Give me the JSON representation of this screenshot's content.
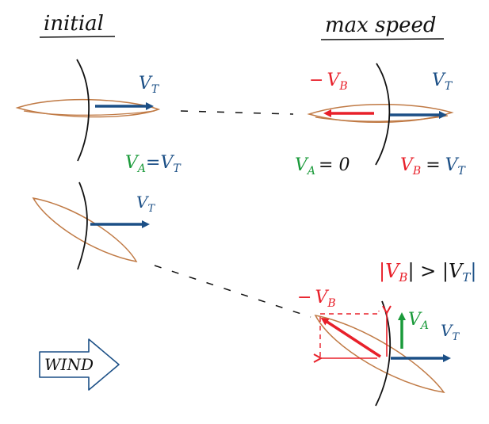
{
  "labels": {
    "initial": "initial",
    "max_speed": "max speed",
    "vt_1": "V",
    "vt_1_sub": "T",
    "va_eq_vt": {
      "a": "V",
      "a_sub": "A",
      "eq": "=",
      "t": "V",
      "t_sub": "T"
    },
    "neg_vb_top": {
      "minus": "−",
      "v": "V",
      "sub": "B"
    },
    "vt_top_right": {
      "v": "V",
      "sub": "T"
    },
    "va_eq_0": {
      "v": "V",
      "sub": "A",
      "eq": "= 0"
    },
    "vb_eq_vt": {
      "b": "V",
      "b_sub": "B",
      "eq": "=",
      "t": "V",
      "t_sub": "T"
    },
    "vt_mid_left": {
      "v": "V",
      "sub": "T"
    },
    "abs_relation": "|V",
    "abs_b_sub": "B",
    "abs_mid": "| > |V",
    "abs_t_sub": "T",
    "abs_end": "|",
    "neg_vb_bottom": {
      "minus": "−",
      "v": "V",
      "sub": "B"
    },
    "va_bottom": {
      "v": "V",
      "sub": "A"
    },
    "vt_bottom_right": {
      "v": "V",
      "sub": "T"
    },
    "wind": "WIND"
  },
  "colors": {
    "blue": "#1b4f86",
    "red": "#e8202a",
    "green": "#1a9a3a",
    "brown": "#c07a45",
    "black": "#111111"
  }
}
